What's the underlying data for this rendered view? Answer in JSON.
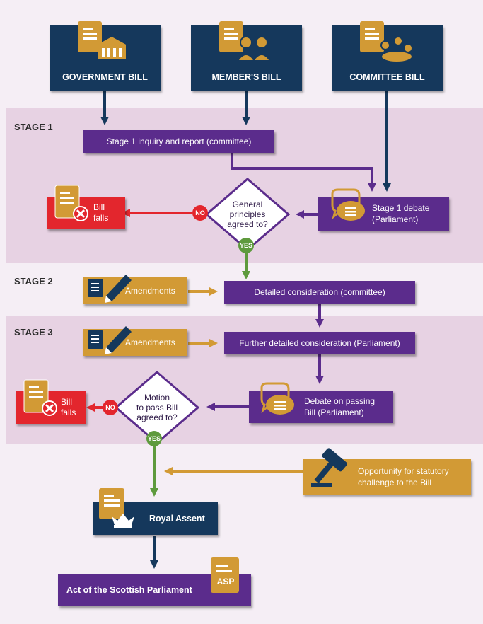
{
  "bills": {
    "government": "GOVERNMENT BILL",
    "member": "MEMBER'S BILL",
    "committee": "COMMITTEE BILL"
  },
  "stages": {
    "stage1": "STAGE 1",
    "stage2": "STAGE 2",
    "stage3": "STAGE 3"
  },
  "stage1": {
    "inquiry": "Stage 1 inquiry and report (committee)",
    "debate_line1": "Stage 1 debate",
    "debate_line2": "(Parliament)",
    "decision_line1": "General",
    "decision_line2": "principles",
    "decision_line3": "agreed to?",
    "no": "NO",
    "yes": "YES",
    "falls_line1": "Bill",
    "falls_line2": "falls"
  },
  "stage2": {
    "amendments": "Amendments",
    "consideration": "Detailed consideration (committee)"
  },
  "stage3": {
    "amendments": "Amendments",
    "consideration": "Further detailed consideration (Parliament)",
    "debate_line1": "Debate on passing",
    "debate_line2": "Bill (Parliament)",
    "decision_line1": "Motion",
    "decision_line2": "to pass Bill",
    "decision_line3": "agreed to?",
    "no": "NO",
    "yes": "YES",
    "falls_line1": "Bill",
    "falls_line2": "falls"
  },
  "challenge_line1": "Opportunity for statutory",
  "challenge_line2": "challenge to the Bill",
  "royal_assent": "Royal Assent",
  "act": "Act of the Scottish Parliament",
  "asp_label": "ASP",
  "colors": {
    "navy": "#15385c",
    "purple": "#5b2c8c",
    "orange": "#d29a35",
    "red": "#e3262d",
    "green": "#5e9a3d",
    "band": "#e7d2e3"
  },
  "icons": [
    "document-icon",
    "parliament-building-icon",
    "people-icon",
    "committee-icon",
    "speech-bubble-icon",
    "pen-icon",
    "gavel-icon",
    "crown-icon",
    "reject-icon"
  ]
}
